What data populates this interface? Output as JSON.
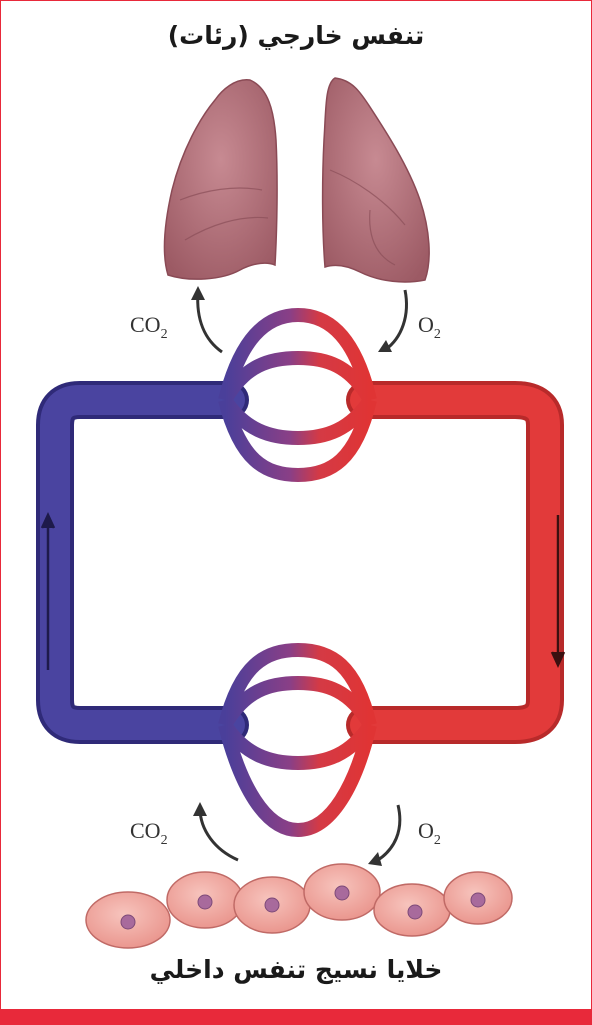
{
  "title": "تنفس خارجي (رئات)",
  "caption": "خلايا نسيج تنفس داخلي",
  "labels": {
    "top_left_gas": "CO",
    "top_left_sub": "2",
    "top_right_gas": "O",
    "top_right_sub": "2",
    "bottom_left_gas": "CO",
    "bottom_left_sub": "2",
    "bottom_right_gas": "O",
    "bottom_right_sub": "2"
  },
  "colors": {
    "frame": "#e8293a",
    "venous": "#3f3b8f",
    "arterial": "#e23a3a",
    "lung": "#b5707a",
    "cell": "#f0a8a0"
  }
}
